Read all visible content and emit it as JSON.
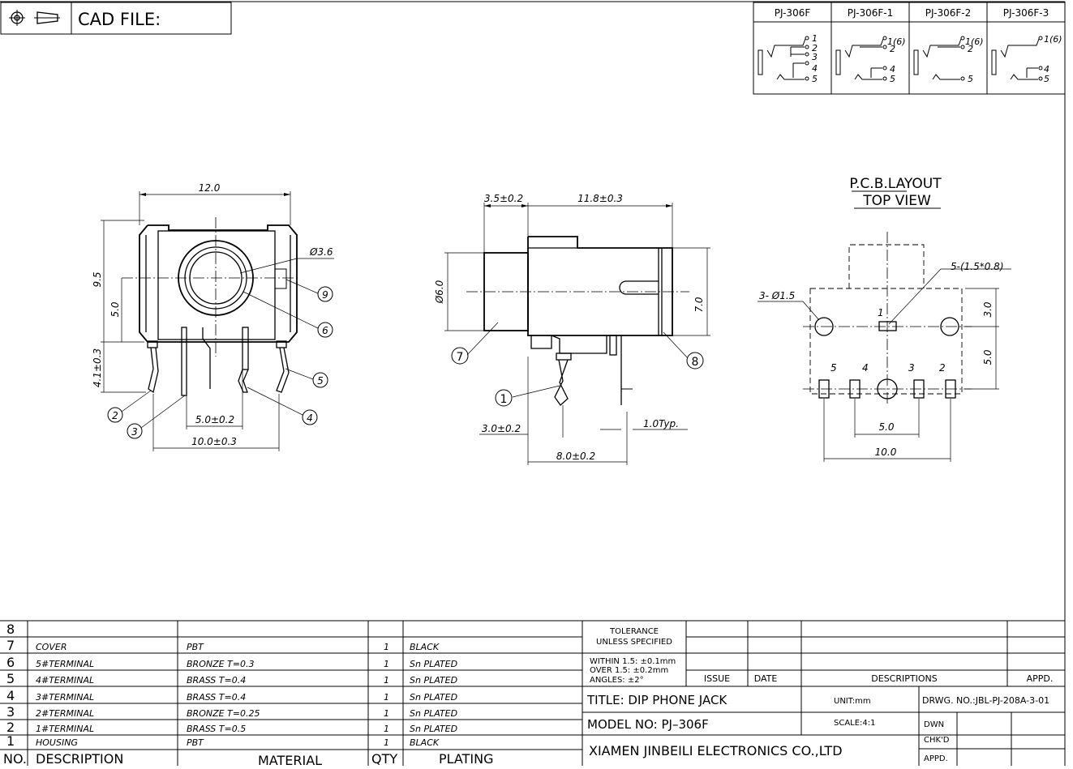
{
  "header": {
    "cad_label": "CAD FILE:"
  },
  "variants": {
    "names": [
      "PJ-306F",
      "PJ-306F-1",
      "PJ-306F-2",
      "PJ-306F-3"
    ],
    "pins": [
      [
        "1",
        "2",
        "3",
        "4",
        "5"
      ],
      [
        "1(6)",
        "2",
        "4",
        "5"
      ],
      [
        "1(6)",
        "2",
        "5"
      ],
      [
        "1(6)",
        "4",
        "5"
      ]
    ]
  },
  "front_view": {
    "dims": {
      "width": "12.0",
      "height": "9.5",
      "center_height": "5.0",
      "leg_length": "4.1±0.3",
      "hole_dia": "Ø3.6",
      "pitch_a": "5.0±0.2",
      "pitch_b": "10.0±0.3"
    },
    "balloons": [
      "9",
      "6",
      "5",
      "4",
      "3",
      "2"
    ]
  },
  "side_view": {
    "dims": {
      "nose": "3.5±0.2",
      "body": "11.8±0.3",
      "nose_dia": "Ø6.0",
      "height": "7.0",
      "pin_offset": "3.0±0.2",
      "pin_span": "8.0±0.2",
      "pin_thickness": "1.0Typ."
    },
    "balloons": [
      "7",
      "1",
      "8"
    ]
  },
  "pcb_layout": {
    "title1": "P.C.B.LAYOUT",
    "title2": "TOP VIEW",
    "dims": {
      "slots": "5-(1.5*0.8)",
      "holes": "3- Ø1.5",
      "v1": "3.0",
      "v2": "5.0",
      "h1": "5.0",
      "h2": "10.0"
    },
    "pads": [
      "1",
      "5",
      "4",
      "3",
      "2"
    ]
  },
  "bom": {
    "rows": [
      {
        "no": "8",
        "desc": "",
        "mat": "",
        "qty": "",
        "plating": ""
      },
      {
        "no": "7",
        "desc": "COVER",
        "mat": "PBT",
        "qty": "1",
        "plating": "BLACK"
      },
      {
        "no": "6",
        "desc": "5#TERMINAL",
        "mat": "BRONZE T=0.3",
        "qty": "1",
        "plating": "Sn PLATED"
      },
      {
        "no": "5",
        "desc": "4#TERMINAL",
        "mat": "BRASS T=0.4",
        "qty": "1",
        "plating": "Sn PLATED"
      },
      {
        "no": "4",
        "desc": "3#TERMINAL",
        "mat": "BRASS T=0.4",
        "qty": "1",
        "plating": "Sn PLATED"
      },
      {
        "no": "3",
        "desc": "2#TERMINAL",
        "mat": "BRONZE T=0.25",
        "qty": "1",
        "plating": "Sn PLATED"
      },
      {
        "no": "2",
        "desc": "1#TERMINAL",
        "mat": "BRASS T=0.5",
        "qty": "1",
        "plating": "Sn PLATED"
      },
      {
        "no": "1",
        "desc": "HOUSING",
        "mat": "PBT",
        "qty": "1",
        "plating": "BLACK"
      }
    ],
    "headers": {
      "no": "NO.",
      "desc": "DESCRIPTION",
      "mat": "MATERIAL",
      "qty": "QTY",
      "plating": "PLATING"
    }
  },
  "title_block": {
    "tol_title1": "TOLERANCE",
    "tol_title2": "UNLESS SPECIFIED",
    "tol_l1": "WITHIN 1.5: ±0.1mm",
    "tol_l2": "OVER 1.5:  ±0.2mm",
    "tol_l3": "ANGLES: ±2°",
    "issue": "ISSUE",
    "date": "DATE",
    "descriptions": "DESCRIPTIONS",
    "appd": "APPD.",
    "title": "TITLE: DIP  PHONE  JACK",
    "unit": "UNIT:mm",
    "drwg": "DRWG. NO.:JBL-PJ-208A-3-01",
    "model": "MODEL  NO: PJ–306F",
    "scale": "SCALE:4:1",
    "dwn": "DWN",
    "chkd": "CHK'D",
    "appd2": "APPD.",
    "company": "XIAMEN JINBEILI ELECTRONICS CO.,LTD"
  }
}
